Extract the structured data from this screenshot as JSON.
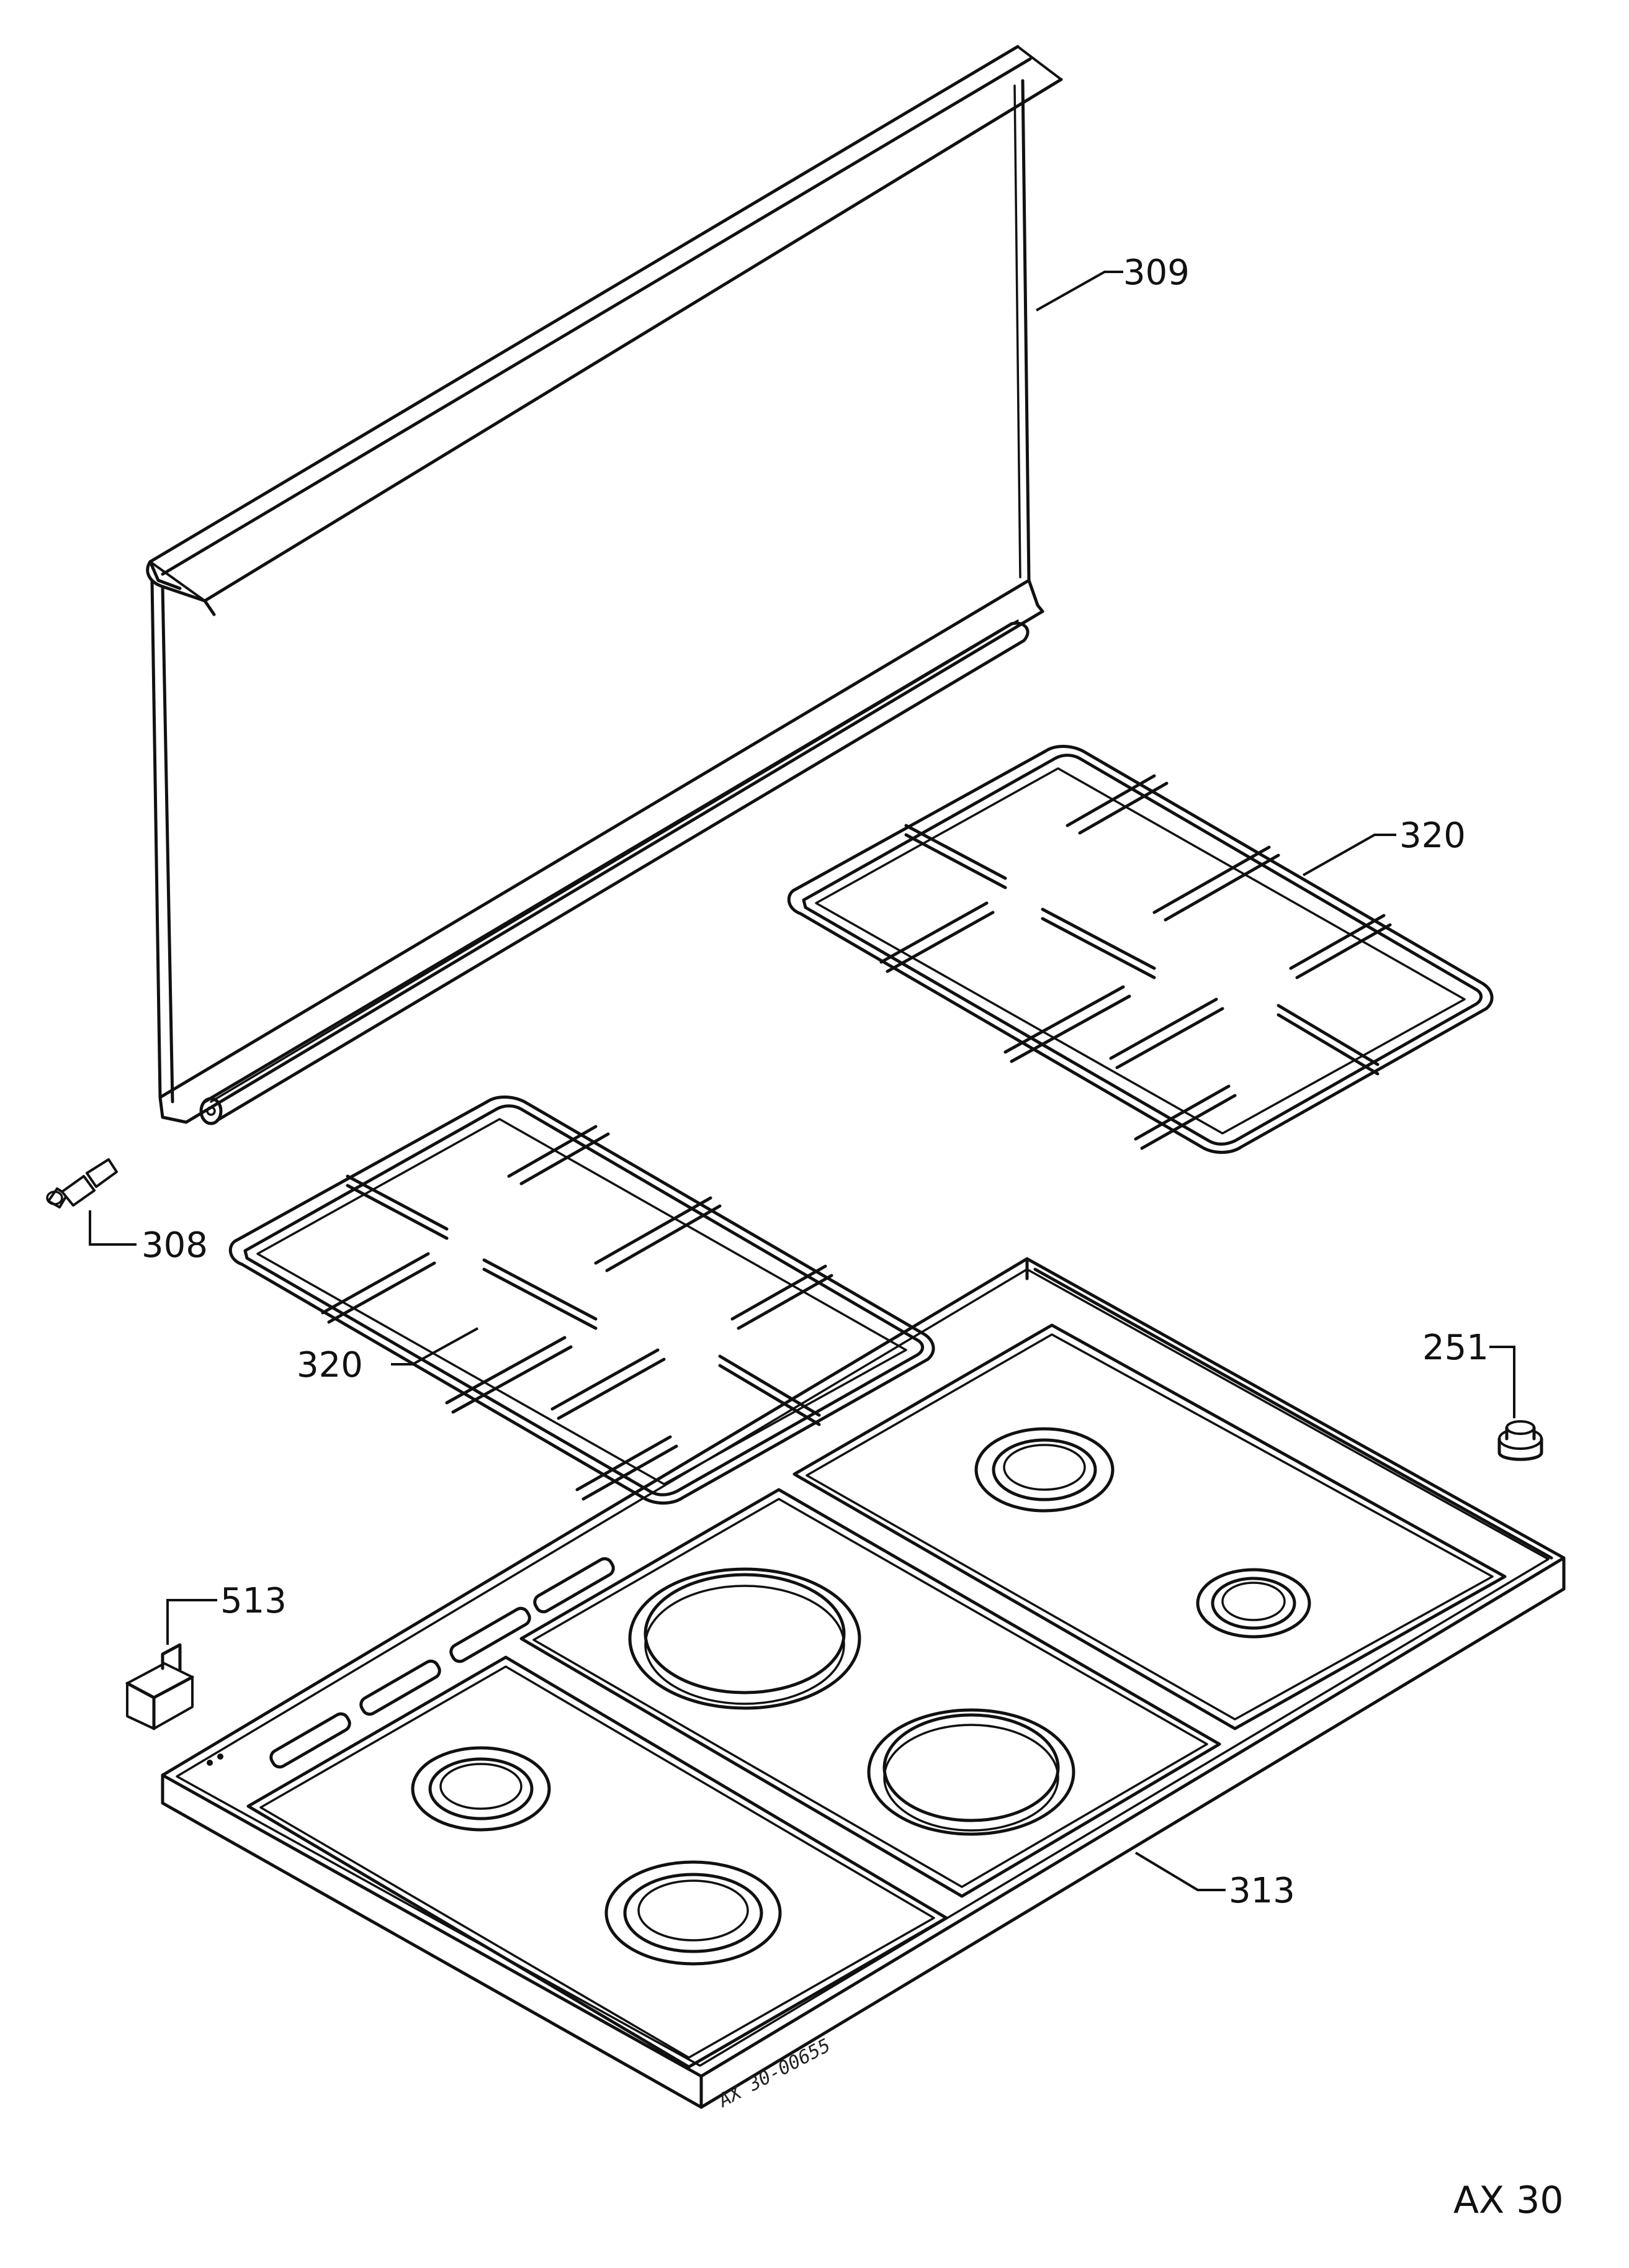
{
  "labels": {
    "p309": "309",
    "p320_right": "320",
    "p308": "308",
    "p320_left": "320",
    "p251": "251",
    "p513": "513",
    "p313": "313"
  },
  "drawing_code": "AX 30-00655",
  "page_code": "AX 30"
}
